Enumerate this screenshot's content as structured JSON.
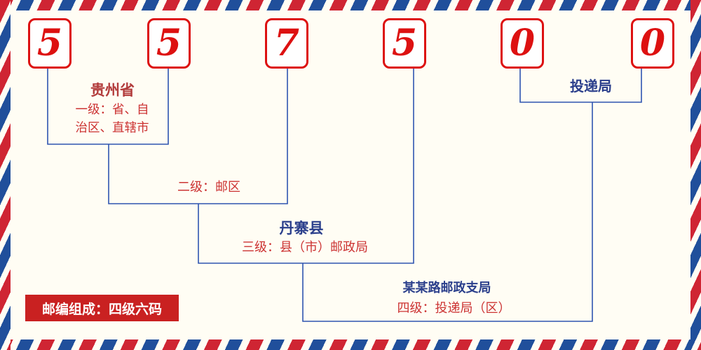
{
  "colors": {
    "bg": "#fffdf4",
    "stripe_red": "#cf2533",
    "stripe_blue": "#204f9b",
    "digit_red": "#dd1111",
    "line_blue": "#2f55b0",
    "label_red": "#cc3333",
    "label_navy": "#2b3f8c",
    "province_red": "#b23b3b",
    "badge_bg": "#c92121",
    "badge_text": "#ffffff"
  },
  "postal_code": "557500",
  "digits": [
    "5",
    "5",
    "7",
    "5",
    "0",
    "0"
  ],
  "labels": {
    "province": "贵州省",
    "level1": "一级：省、自\n治区、直辖市",
    "level2": "二级：邮区",
    "county": "丹寨县",
    "level3": "三级：县（市）邮政局",
    "branch": "某某路邮政支局",
    "level4": "四级：投递局（区）",
    "delivery": "投递局",
    "badge": "邮编组成：四级六码"
  }
}
